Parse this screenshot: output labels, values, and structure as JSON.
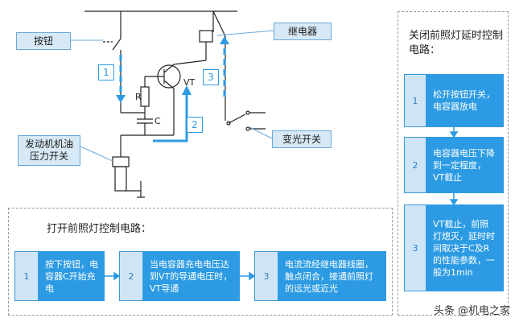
{
  "callouts": {
    "button": "按钮",
    "relay": "继电器",
    "oil_switch": "发动机机油压力开关",
    "dimmer_switch": "变光开关"
  },
  "components": {
    "R": "R",
    "C": "C",
    "VT": "VT"
  },
  "badges": [
    "1",
    "2",
    "3"
  ],
  "open_panel": {
    "title": "打开前照灯控制电路：",
    "steps": [
      {
        "num": "1",
        "text": "按下按钮，电容器C开始充电"
      },
      {
        "num": "2",
        "text": "当电容器充电电压达到VT的导通电压时，VT导通"
      },
      {
        "num": "3",
        "text": "电流流经继电器线圈，触点闭合，接通前照灯的远光或近光"
      }
    ]
  },
  "close_panel": {
    "title": "关闭前照灯延时控制电路：",
    "steps": [
      {
        "num": "1",
        "text": "松开按钮开关，电容器放电"
      },
      {
        "num": "2",
        "text": "电容器电压下降到一定程度，VT截止"
      },
      {
        "num": "3",
        "text": "VT截止，前照灯熄灭，延时时间取决于C及R的性能参数，一般为1min"
      }
    ]
  },
  "watermark": "头条 @机电之家",
  "colors": {
    "accent": "#2d9be3",
    "light": "#cfe5f5",
    "callout": "#d7e9f7"
  }
}
